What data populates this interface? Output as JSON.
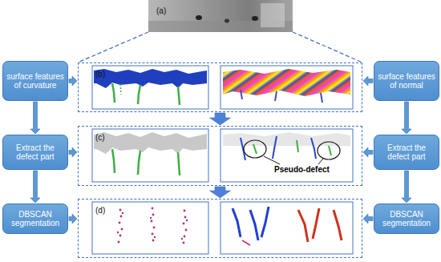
{
  "diagram": {
    "nodes": [
      {
        "text": [
          "(a)"
        ]
      },
      {
        "text": [
          "surface features of curvature"
        ]
      },
      {
        "text": [
          "(b)"
        ]
      },
      {
        "text": [
          "surface features of normal"
        ]
      },
      {
        "text": [
          "Extract the defect part"
        ]
      },
      {
        "text": [
          "(c)"
        ]
      },
      {
        "text": [
          "Extract the defect part"
        ]
      },
      {
        "text": [
          "DBSCAN segmentation"
        ]
      },
      {
        "text": [
          "(d)"
        ]
      },
      {
        "text": [
          "DBSCAN segmentation"
        ]
      }
    ],
    "edges": [
      {
        "from": 0,
        "to": 2,
        "arrow": "none"
      },
      {
        "from": 1,
        "to": 4,
        "arrow": "to"
      },
      {
        "from": 4,
        "to": 7,
        "arrow": "to"
      },
      {
        "from": 3,
        "to": 6,
        "arrow": "to"
      },
      {
        "from": 6,
        "to": 9,
        "arrow": "to"
      },
      {
        "from": 1,
        "to": 2,
        "arrow": "to"
      },
      {
        "from": 4,
        "to": 5,
        "arrow": "to"
      },
      {
        "from": 7,
        "to": 8,
        "arrow": "to"
      },
      {
        "from": 3,
        "to": 2,
        "arrow": "to"
      },
      {
        "from": 6,
        "to": 5,
        "arrow": "to"
      },
      {
        "from": 9,
        "to": 8,
        "arrow": "to"
      },
      {
        "from": 2,
        "to": 5,
        "arrow": "to"
      },
      {
        "from": 5,
        "to": 8,
        "arrow": "to"
      }
    ],
    "labels": [
      "Pseudo-defect"
    ]
  }
}
